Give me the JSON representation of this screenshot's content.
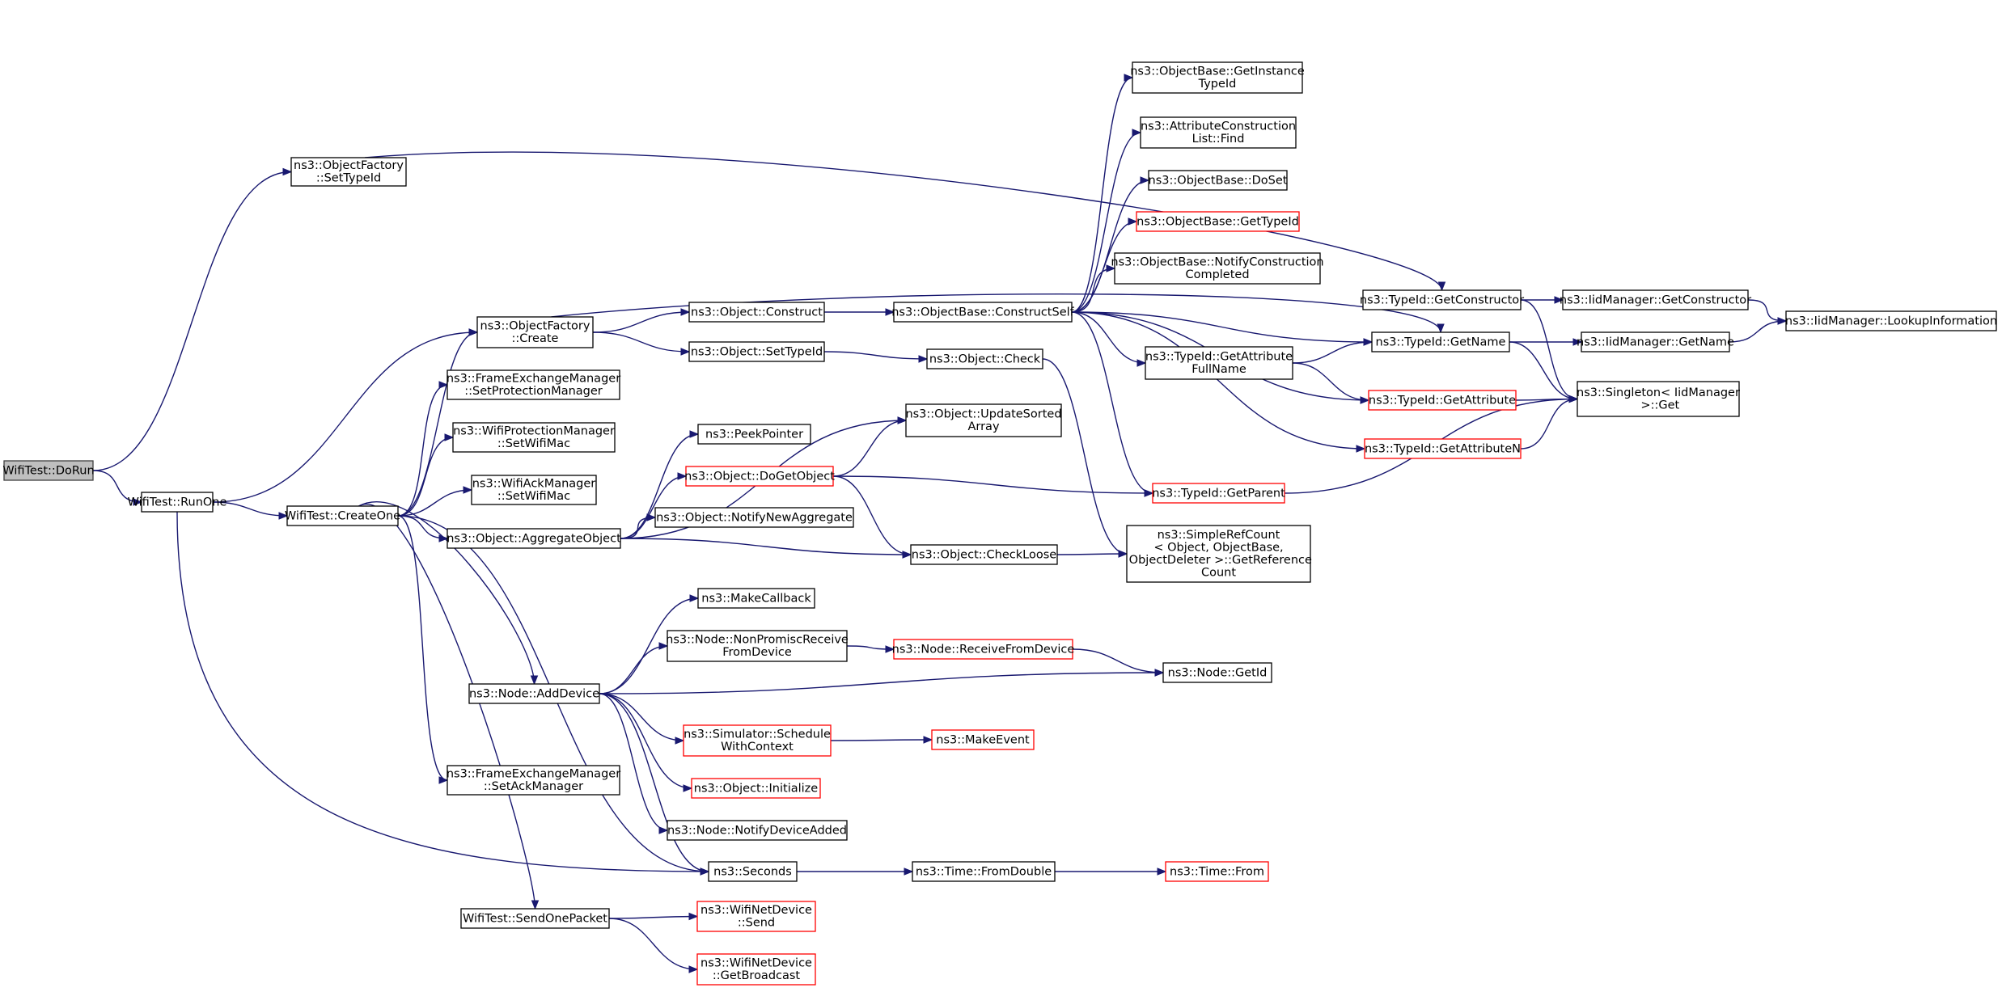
{
  "diagram": {
    "type": "call-graph",
    "colors": {
      "edge": "#191970",
      "node_border": "#000000",
      "node_border_undocumented": "#ff0000",
      "root_fill": "#bfbfbf"
    },
    "nodes": [
      {
        "id": "dorun",
        "lines": [
          "WifiTest::DoRun"
        ],
        "style": "root"
      },
      {
        "id": "runone",
        "lines": [
          "WifiTest::RunOne"
        ],
        "style": "normal"
      },
      {
        "id": "of_settypeid",
        "lines": [
          "ns3::ObjectFactory",
          "::SetTypeId"
        ],
        "style": "normal"
      },
      {
        "id": "createone",
        "lines": [
          "WifiTest::CreateOne"
        ],
        "style": "normal"
      },
      {
        "id": "of_create",
        "lines": [
          "ns3::ObjectFactory",
          "::Create"
        ],
        "style": "normal"
      },
      {
        "id": "fem_setprot",
        "lines": [
          "ns3::FrameExchangeManager",
          "::SetProtectionManager"
        ],
        "style": "normal"
      },
      {
        "id": "wpm_setmac",
        "lines": [
          "ns3::WifiProtectionManager",
          "::SetWifiMac"
        ],
        "style": "normal"
      },
      {
        "id": "wam_setmac",
        "lines": [
          "ns3::WifiAckManager",
          "::SetWifiMac"
        ],
        "style": "normal"
      },
      {
        "id": "aggregate",
        "lines": [
          "ns3::Object::AggregateObject"
        ],
        "style": "normal"
      },
      {
        "id": "adddevice",
        "lines": [
          "ns3::Node::AddDevice"
        ],
        "style": "normal"
      },
      {
        "id": "fem_setack",
        "lines": [
          "ns3::FrameExchangeManager",
          "::SetAckManager"
        ],
        "style": "normal"
      },
      {
        "id": "sendone",
        "lines": [
          "WifiTest::SendOnePacket"
        ],
        "style": "normal"
      },
      {
        "id": "construct",
        "lines": [
          "ns3::Object::Construct"
        ],
        "style": "normal"
      },
      {
        "id": "obj_settypeid",
        "lines": [
          "ns3::Object::SetTypeId"
        ],
        "style": "normal"
      },
      {
        "id": "peekpointer",
        "lines": [
          "ns3::PeekPointer"
        ],
        "style": "normal"
      },
      {
        "id": "dogetobject",
        "lines": [
          "ns3::Object::DoGetObject"
        ],
        "style": "red"
      },
      {
        "id": "notifynewagg",
        "lines": [
          "ns3::Object::NotifyNewAggregate"
        ],
        "style": "normal"
      },
      {
        "id": "makecallback",
        "lines": [
          "ns3::MakeCallback"
        ],
        "style": "normal"
      },
      {
        "id": "nonpromisc",
        "lines": [
          "ns3::Node::NonPromiscReceive",
          "FromDevice"
        ],
        "style": "normal"
      },
      {
        "id": "schedulectx",
        "lines": [
          "ns3::Simulator::Schedule",
          "WithContext"
        ],
        "style": "red"
      },
      {
        "id": "initialize",
        "lines": [
          "ns3::Object::Initialize"
        ],
        "style": "red"
      },
      {
        "id": "notifydevadded",
        "lines": [
          "ns3::Node::NotifyDeviceAdded"
        ],
        "style": "normal"
      },
      {
        "id": "seconds",
        "lines": [
          "ns3::Seconds"
        ],
        "style": "normal"
      },
      {
        "id": "wnd_send",
        "lines": [
          "ns3::WifiNetDevice",
          "::Send"
        ],
        "style": "red"
      },
      {
        "id": "wnd_getbroadcast",
        "lines": [
          "ns3::WifiNetDevice",
          "::GetBroadcast"
        ],
        "style": "red"
      },
      {
        "id": "constructself",
        "lines": [
          "ns3::ObjectBase::ConstructSelf"
        ],
        "style": "normal"
      },
      {
        "id": "obj_check",
        "lines": [
          "ns3::Object::Check"
        ],
        "style": "normal"
      },
      {
        "id": "updatesorted",
        "lines": [
          "ns3::Object::UpdateSorted",
          "Array"
        ],
        "style": "normal"
      },
      {
        "id": "checkloose",
        "lines": [
          "ns3::Object::CheckLoose"
        ],
        "style": "normal"
      },
      {
        "id": "receivefromdevice",
        "lines": [
          "ns3::Node::ReceiveFromDevice"
        ],
        "style": "red"
      },
      {
        "id": "makeevent",
        "lines": [
          "ns3::MakeEvent"
        ],
        "style": "red"
      },
      {
        "id": "fromdouble",
        "lines": [
          "ns3::Time::FromDouble"
        ],
        "style": "normal"
      },
      {
        "id": "getinstancetypeid",
        "lines": [
          "ns3::ObjectBase::GetInstance",
          "TypeId"
        ],
        "style": "normal"
      },
      {
        "id": "acl_find",
        "lines": [
          "ns3::AttributeConstruction",
          "List::Find"
        ],
        "style": "normal"
      },
      {
        "id": "doset",
        "lines": [
          "ns3::ObjectBase::DoSet"
        ],
        "style": "normal"
      },
      {
        "id": "ob_gettypeid",
        "lines": [
          "ns3::ObjectBase::GetTypeId"
        ],
        "style": "red"
      },
      {
        "id": "notifyconstruction",
        "lines": [
          "ns3::ObjectBase::NotifyConstruction",
          "Completed"
        ],
        "style": "normal"
      },
      {
        "id": "getattrfullname",
        "lines": [
          "ns3::TypeId::GetAttribute",
          "FullName"
        ],
        "style": "normal"
      },
      {
        "id": "getparent",
        "lines": [
          "ns3::TypeId::GetParent"
        ],
        "style": "red"
      },
      {
        "id": "simplerefcount",
        "lines": [
          "ns3::SimpleRefCount",
          "< Object, ObjectBase,",
          " ObjectDeleter >::GetReference",
          "Count"
        ],
        "style": "normal"
      },
      {
        "id": "node_getid",
        "lines": [
          "ns3::Node::GetId"
        ],
        "style": "normal"
      },
      {
        "id": "time_from",
        "lines": [
          "ns3::Time::From"
        ],
        "style": "red"
      },
      {
        "id": "getconstructor",
        "lines": [
          "ns3::TypeId::GetConstructor"
        ],
        "style": "normal"
      },
      {
        "id": "getname",
        "lines": [
          "ns3::TypeId::GetName"
        ],
        "style": "normal"
      },
      {
        "id": "getattribute",
        "lines": [
          "ns3::TypeId::GetAttribute"
        ],
        "style": "red"
      },
      {
        "id": "getattributen",
        "lines": [
          "ns3::TypeId::GetAttributeN"
        ],
        "style": "red"
      },
      {
        "id": "iid_getconstructor",
        "lines": [
          "ns3::IidManager::GetConstructor"
        ],
        "style": "normal"
      },
      {
        "id": "iid_getname",
        "lines": [
          "ns3::IidManager::GetName"
        ],
        "style": "normal"
      },
      {
        "id": "singleton_get",
        "lines": [
          "ns3::Singleton< IidManager",
          " >::Get"
        ],
        "style": "normal"
      },
      {
        "id": "iid_lookup",
        "lines": [
          "ns3::IidManager::LookupInformation"
        ],
        "style": "normal"
      }
    ]
  }
}
